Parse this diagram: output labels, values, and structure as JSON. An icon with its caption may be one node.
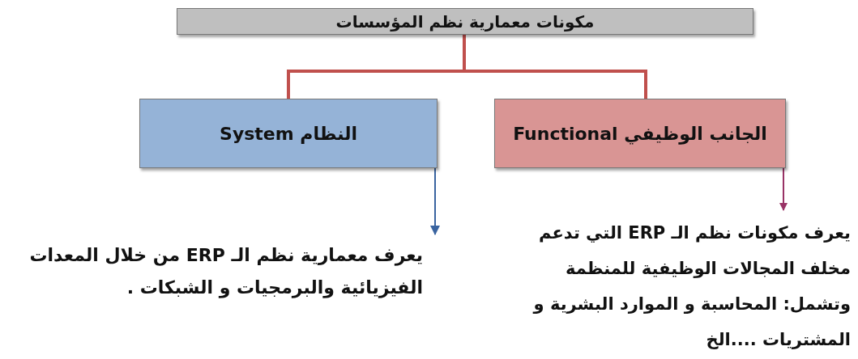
{
  "diagram": {
    "nodes": [
      {
        "text": [
          "مكونات معمارية نظم المؤسسات"
        ]
      },
      {
        "text": [
          "الجانب الوظيفي   Functional"
        ]
      },
      {
        "text": [
          "النظام    System"
        ]
      },
      {
        "text": [
          "يعرف مكونات نظم الـ ERP التي تدعم مخلف المجالات الوظيفية للمنظمة وتشمل: المحاسبة و الموارد البشرية و المشتريات ....الخ"
        ]
      },
      {
        "text": [
          "يعرف معمارية نظم الـ ERP من خلال المعدات الفيزيائية والبرمجيات و الشبكات ."
        ]
      }
    ],
    "edges": [
      {
        "from": 0,
        "to": 1,
        "arrow": "none",
        "style": "thick"
      },
      {
        "from": 0,
        "to": 2,
        "arrow": "none",
        "style": "thick"
      },
      {
        "from": 1,
        "to": 3,
        "arrow": "to",
        "color": "#993366"
      },
      {
        "from": 2,
        "to": 4,
        "arrow": "to",
        "color": "#3a64a0"
      }
    ]
  }
}
